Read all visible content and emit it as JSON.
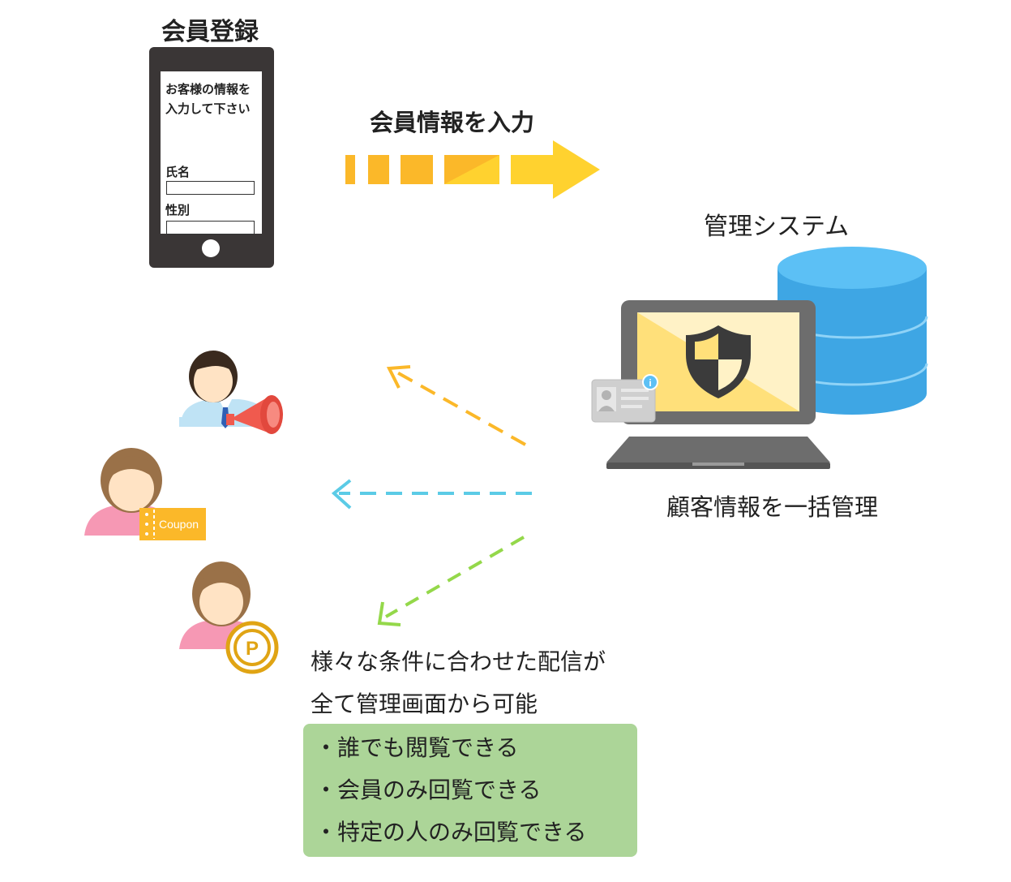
{
  "phone": {
    "title": "会員登録",
    "prompt": "お客様の情報を\n入力して下さい",
    "name_label": "氏名",
    "gender_label": "性別"
  },
  "flow": {
    "input_label": "会員情報を入力",
    "arrow_colors": [
      "#fbb829",
      "#fbb829",
      "#fbb829",
      "#ffd22f",
      "#ffd22f"
    ]
  },
  "system": {
    "title": "管理システム",
    "caption": "顧客情報を一括管理",
    "db_color": "#3ea6e4",
    "screen_color": "#ffe07a"
  },
  "targets": {
    "coupon_label": "Coupon",
    "point_label": "P",
    "dash_colors": [
      "#fbb829",
      "#5bcbe6",
      "#94d84a"
    ]
  },
  "delivery": {
    "line1": "様々な条件に合わせた配信が",
    "line2": "全て管理画面から可能",
    "items": [
      "・誰でも閲覧できる",
      "・会員のみ回覧できる",
      "・特定の人のみ回覧できる"
    ],
    "box_color": "#acd598"
  }
}
